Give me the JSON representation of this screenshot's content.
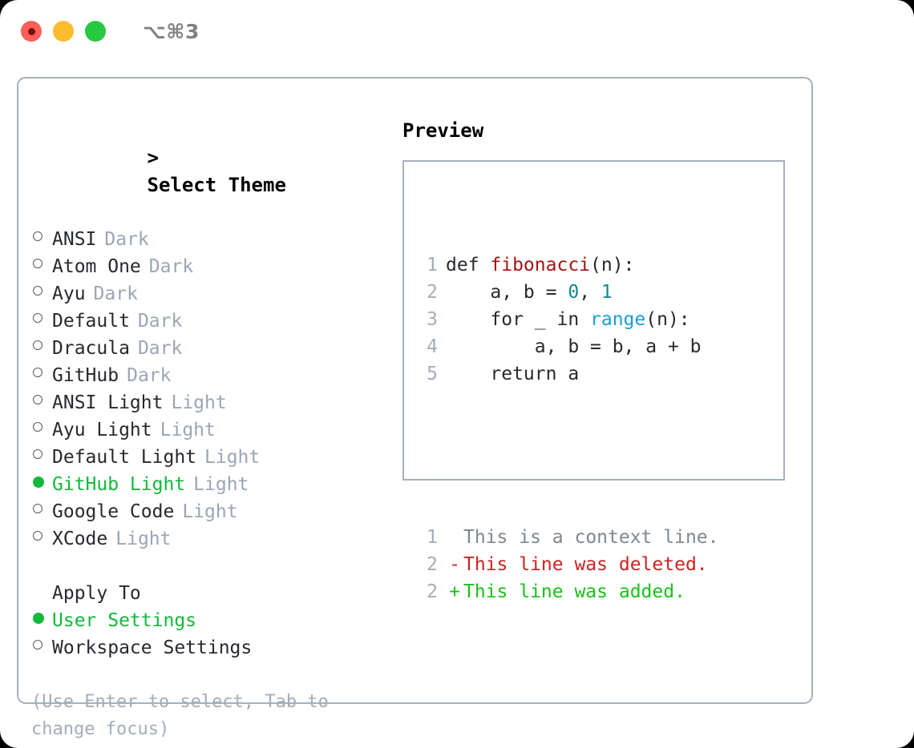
{
  "titlebar": {
    "shortcut": "⌥⌘3",
    "buttons": [
      "close",
      "minimize",
      "maximize"
    ]
  },
  "theme_selector": {
    "prompt": ">",
    "title": "Select Theme",
    "options": [
      {
        "label": "ANSI",
        "tag": "Dark",
        "selected": false
      },
      {
        "label": "Atom One",
        "tag": "Dark",
        "selected": false
      },
      {
        "label": "Ayu",
        "tag": "Dark",
        "selected": false
      },
      {
        "label": "Default",
        "tag": "Dark",
        "selected": false
      },
      {
        "label": "Dracula",
        "tag": "Dark",
        "selected": false
      },
      {
        "label": "GitHub",
        "tag": "Dark",
        "selected": false
      },
      {
        "label": "ANSI Light",
        "tag": "Light",
        "selected": false
      },
      {
        "label": "Ayu Light",
        "tag": "Light",
        "selected": false
      },
      {
        "label": "Default Light",
        "tag": "Light",
        "selected": false
      },
      {
        "label": "GitHub Light",
        "tag": "Light",
        "selected": true
      },
      {
        "label": "Google Code",
        "tag": "Light",
        "selected": false
      },
      {
        "label": "XCode",
        "tag": "Light",
        "selected": false
      }
    ]
  },
  "apply_to": {
    "title": "Apply To",
    "options": [
      {
        "label": "User Settings",
        "selected": true
      },
      {
        "label": "Workspace Settings",
        "selected": false
      }
    ]
  },
  "hint": "(Use Enter to select, Tab to change focus)",
  "preview": {
    "title": "Preview",
    "code_lines": [
      {
        "num": "1",
        "marker": "",
        "segments": [
          {
            "text": "def ",
            "style": "tok-def"
          },
          {
            "text": "fibonacci",
            "style": "tok-fn"
          },
          {
            "text": "(n):",
            "style": "code-text"
          }
        ]
      },
      {
        "num": "2",
        "marker": "",
        "segments": [
          {
            "text": "    a, b = ",
            "style": "code-text"
          },
          {
            "text": "0",
            "style": "tok-num"
          },
          {
            "text": ", ",
            "style": "code-text"
          },
          {
            "text": "1",
            "style": "tok-num"
          }
        ]
      },
      {
        "num": "3",
        "marker": "",
        "segments": [
          {
            "text": "    for _ in ",
            "style": "code-text"
          },
          {
            "text": "range",
            "style": "tok-kw"
          },
          {
            "text": "(n):",
            "style": "code-text"
          }
        ]
      },
      {
        "num": "4",
        "marker": "",
        "segments": [
          {
            "text": "        a, b = b, a + b",
            "style": "code-text"
          }
        ]
      },
      {
        "num": "5",
        "marker": "",
        "segments": [
          {
            "text": "    return a",
            "style": "code-text"
          }
        ]
      }
    ],
    "diff_lines": [
      {
        "num": "1",
        "marker": "",
        "text": "This is a context line.",
        "style": "diff-ctx"
      },
      {
        "num": "2",
        "marker": "-",
        "text": "This line was deleted.",
        "style": "diff-del"
      },
      {
        "num": "2",
        "marker": "+",
        "text": "This line was added.",
        "style": "diff-add"
      }
    ]
  },
  "colors": {
    "selected_green": "#14b83c",
    "muted_tag": "#9aa6b5",
    "hint_gray": "#a3adbb",
    "border": "#a7b1bd",
    "diff_add": "#19c119",
    "diff_del": "#cc2222",
    "fn_red": "#a31515",
    "kw_blue": "#1a9fd4",
    "num_teal": "#0f8a8a"
  }
}
